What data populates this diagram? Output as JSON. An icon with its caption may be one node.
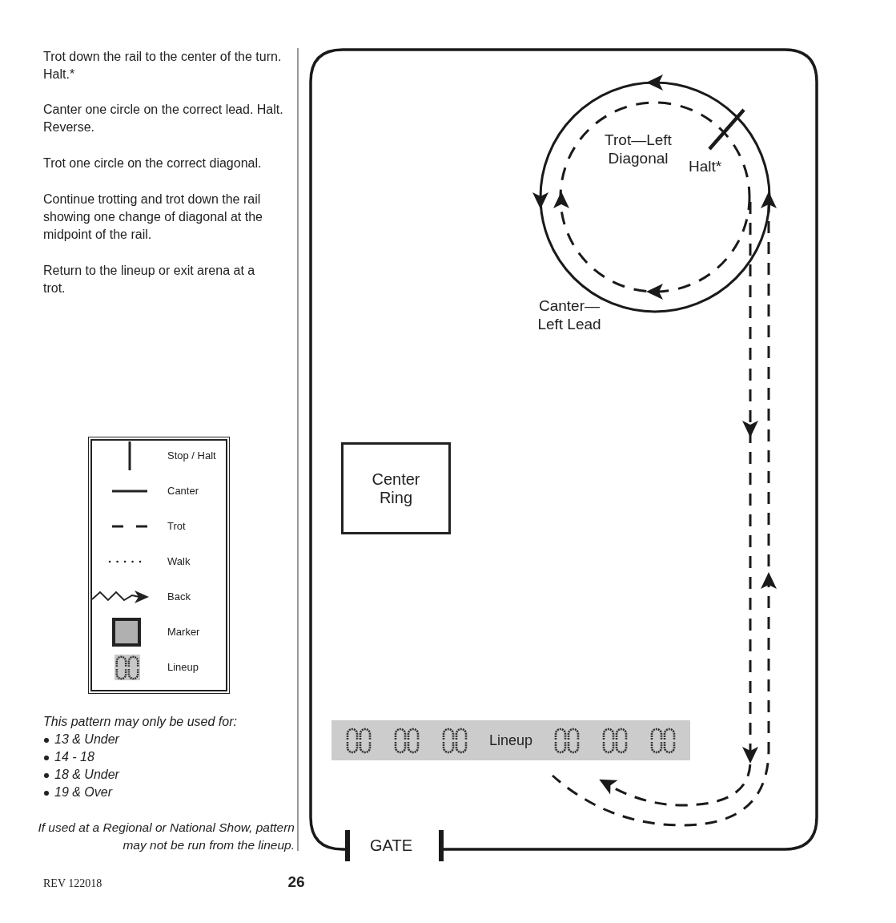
{
  "diagram": {
    "nodes": [
      {
        "text": [
          "Center Ring"
        ]
      },
      {
        "text": [
          "Lineup"
        ]
      }
    ],
    "edges": [],
    "labels": [
      "Trot down the rail to the center of the turn. Halt.*",
      "Canter one circle on the correct lead. Halt. Reverse.",
      "Trot one circle on the correct diagonal.",
      "Continue trotting and trot down the rail showing one change of diagonal at the midpoint of the rail.",
      "Return to the lineup or exit arena at a trot.",
      "Trot—Left Diagonal",
      "Halt*",
      "Canter— Left Lead",
      "This pattern may only be used for:",
      "13 & Under",
      "14 - 18",
      "18 & Under",
      "19 & Over",
      "If used at a Regional or National Show, pattern may not be run from the lineup.",
      "GATE",
      "REV 122018",
      "26"
    ],
    "legend": [
      {
        "text": "Stop / Halt"
      },
      {
        "text": "Canter"
      },
      {
        "text": "Trot"
      },
      {
        "text": "Walk"
      },
      {
        "text": "Back"
      },
      {
        "text": "Marker"
      },
      {
        "text": "Lineup"
      }
    ]
  }
}
